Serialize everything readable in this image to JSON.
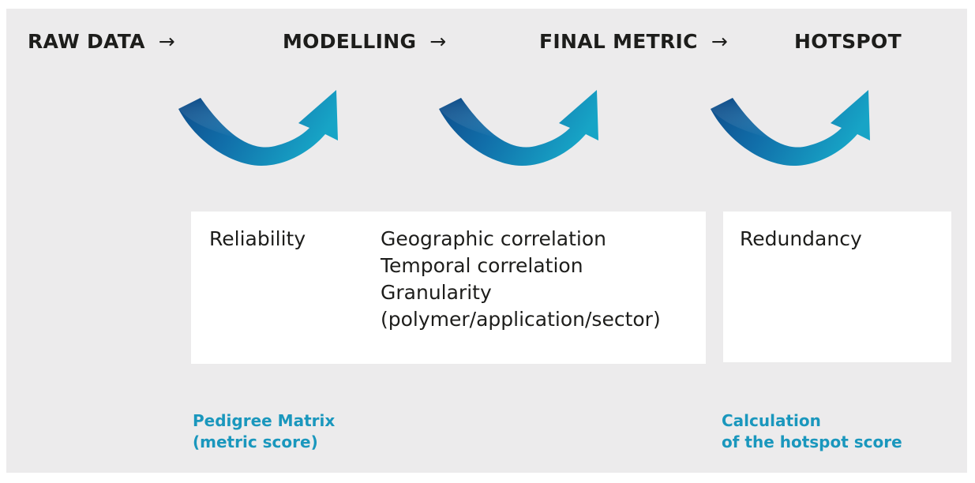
{
  "stages": [
    {
      "label": "RAW DATA",
      "arrow": "→"
    },
    {
      "label": "MODELLING",
      "arrow": "→"
    },
    {
      "label": "FINAL METRIC",
      "arrow": "→"
    },
    {
      "label": "HOTSPOT",
      "arrow": ""
    }
  ],
  "boxes": {
    "left": {
      "reliability": "Reliability",
      "correlations": [
        "Geographic correlation",
        "Temporal correlation",
        "Granularity",
        "(polymer/application/sector)"
      ]
    },
    "right": {
      "redundancy": "Redundancy"
    }
  },
  "notes": {
    "pedigree": [
      "Pedigree Matrix",
      "(metric score)"
    ],
    "hotspot": [
      "Calculation",
      "of the hotspot score"
    ]
  },
  "colors": {
    "background": "#ecebec",
    "accent": "#1a97bd",
    "arrow_dark": "#0d4e8c",
    "arrow_light": "#149bc1",
    "text": "#1d1d1b"
  },
  "icons": [
    "curved-arrow-icon",
    "right-arrow-icon"
  ]
}
